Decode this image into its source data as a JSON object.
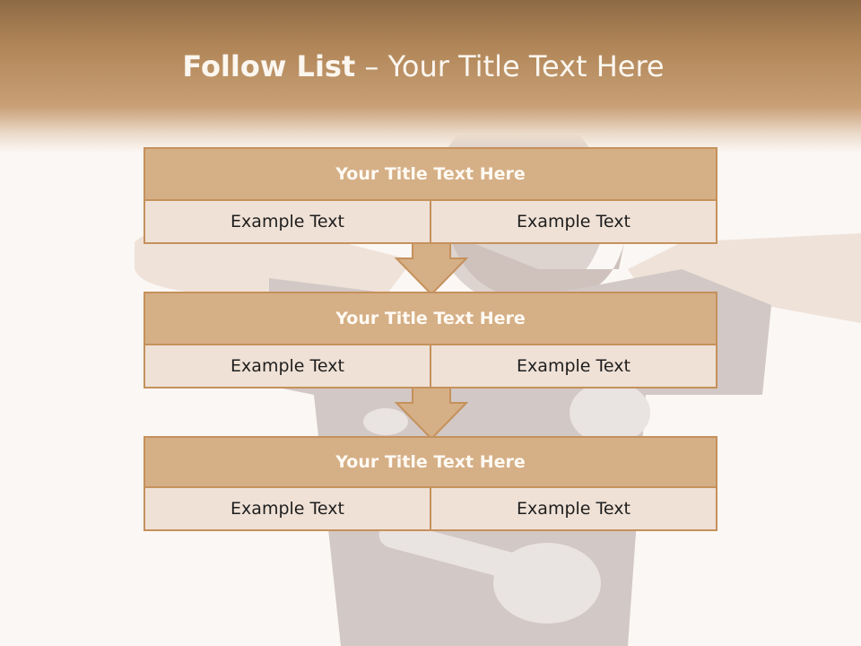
{
  "slide": {
    "title_bold": "Follow List",
    "title_rest": " – Your Title Text Here"
  },
  "steps": [
    {
      "title": "Your Title Text Here",
      "left": "Example Text",
      "right": "Example Text"
    },
    {
      "title": "Your Title Text Here",
      "left": "Example Text",
      "right": "Example Text"
    },
    {
      "title": "Your Title Text Here",
      "left": "Example Text",
      "right": "Example Text"
    }
  ],
  "colors": {
    "header": "#b08658",
    "block_title": "#d5af86",
    "block_cell": "#efe1d6",
    "border": "#c5915c"
  },
  "icons": {
    "connector": "down-arrow-icon"
  }
}
